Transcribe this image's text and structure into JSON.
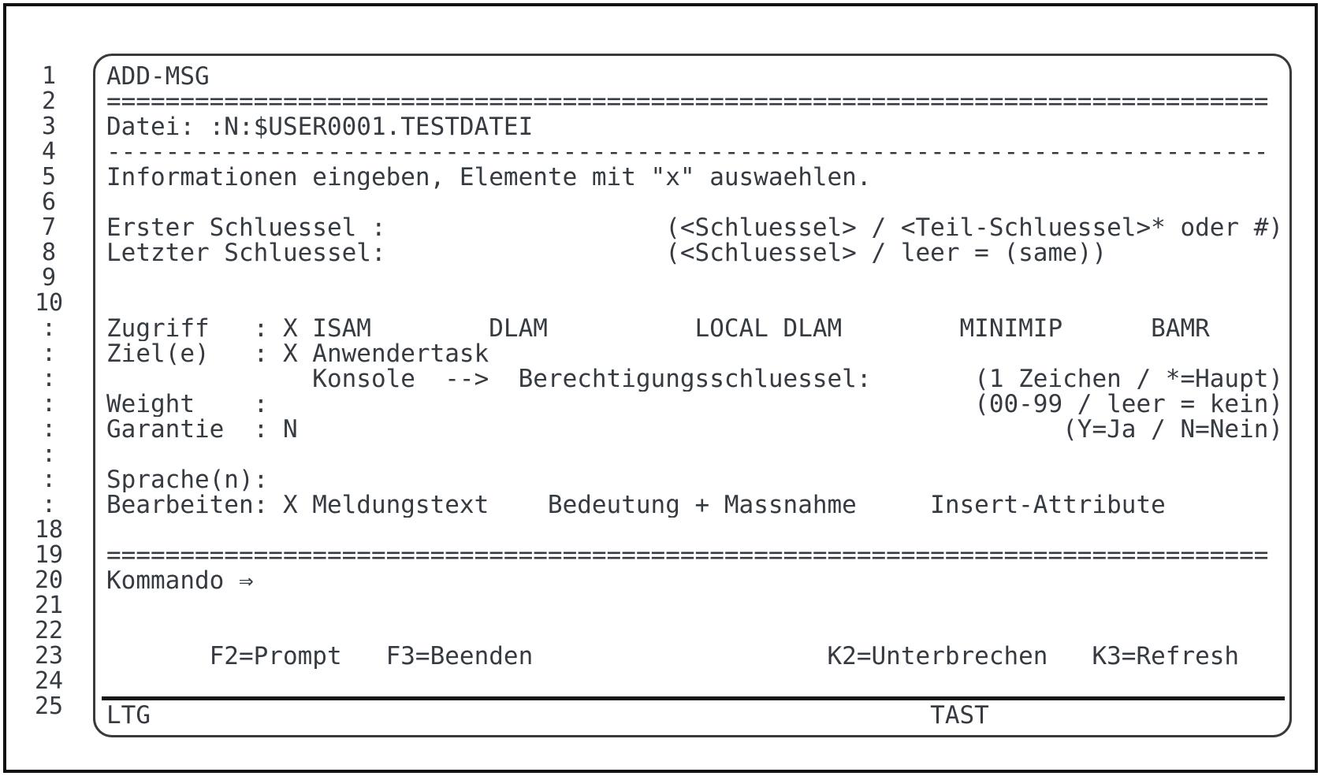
{
  "colors": {
    "background": "#ffffff",
    "text": "#363b42",
    "panel_border": "#3a3a3a",
    "frame": "#101014",
    "rule": "#17171a"
  },
  "gutter_labels": [
    "1",
    "2",
    "3",
    "4",
    "5",
    "6",
    "7",
    "8",
    "9",
    "10",
    ":",
    ":",
    ":",
    ":",
    ":",
    ":",
    ":",
    ":",
    "18",
    "19",
    "20",
    "21",
    "22",
    "23",
    "24",
    "25"
  ],
  "screen_lines": [
    "ADD-MSG",
    "===============================================================================",
    "Datei: :N:$USER0001.TESTDATEI",
    "-------------------------------------------------------------------------------",
    "Informationen eingeben, Elemente mit \"x\" auswaehlen.",
    "",
    "Erster Schluessel :                   (<Schluessel> / <Teil-Schluessel>* oder #)",
    "Letzter Schluessel:                   (<Schluessel> / leer = (same))",
    "",
    "",
    "Zugriff   : X ISAM        DLAM          LOCAL DLAM        MINIMIP      BAMR",
    "Ziel(e)   : X Anwendertask",
    "              Konsole  -->  Berechtigungsschluessel:       (1 Zeichen / *=Haupt)",
    "Weight    :                                                (00-99 / leer = kein)",
    "Garantie  : N                                                    (Y=Ja / N=Nein)",
    "",
    "Sprache(n):",
    "Bearbeiten: X Meldungstext    Bedeutung + Massnahme     Insert-Attribute",
    "",
    "===============================================================================",
    "Kommando ⇒",
    "",
    "",
    "       F2=Prompt   F3=Beenden                    K2=Unterbrechen   K3=Refresh",
    ""
  ],
  "interactable_rows": [
    7,
    8,
    11,
    12,
    13,
    14,
    15,
    17,
    18,
    21
  ],
  "row_names": {
    "1": "screen-title",
    "3": "file-path-line",
    "7": "first-key-input-line",
    "8": "last-key-input-line",
    "11": "access-method-line",
    "12": "destination-line",
    "13": "console-auth-key-line",
    "14": "weight-input-line",
    "15": "warranty-input-line",
    "17": "languages-input-line",
    "18": "edit-selection-line",
    "21": "command-input-line",
    "24": "function-key-line"
  },
  "status_line": "LTG                                                     TAST"
}
